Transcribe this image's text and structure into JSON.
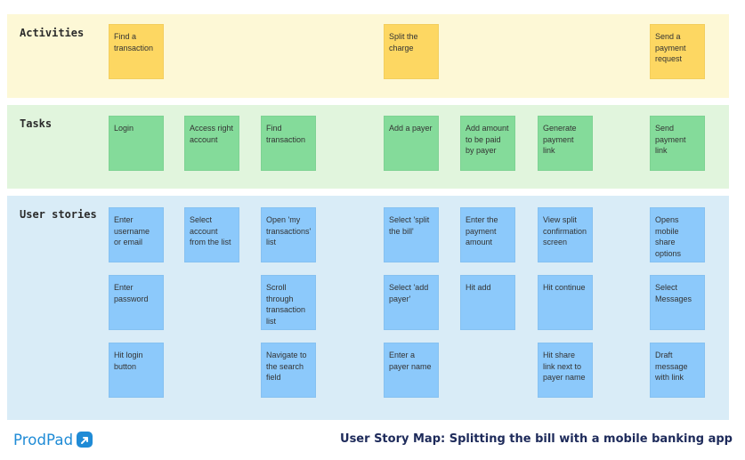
{
  "bands": {
    "activities": {
      "label": "Activities"
    },
    "tasks": {
      "label": "Tasks"
    },
    "stories": {
      "label": "User stories"
    }
  },
  "activities": [
    {
      "text": "Find a transaction"
    },
    {
      "text": "Split the charge"
    },
    {
      "text": "Send a payment request"
    }
  ],
  "tasks": [
    {
      "text": "Login"
    },
    {
      "text": "Access right account"
    },
    {
      "text": "Find transaction"
    },
    {
      "text": "Add a payer"
    },
    {
      "text": "Add amount to be paid by payer"
    },
    {
      "text": "Generate payment link"
    },
    {
      "text": "Send payment link"
    }
  ],
  "stories": [
    {
      "text": "Enter username or email"
    },
    {
      "text": "Enter password"
    },
    {
      "text": "Hit login button"
    },
    {
      "text": "Select account from the list"
    },
    {
      "text": "Open 'my transactions' list"
    },
    {
      "text": "Scroll through transaction list"
    },
    {
      "text": "Navigate to the search field"
    },
    {
      "text": "Select 'split the bill'"
    },
    {
      "text": "Select 'add payer'"
    },
    {
      "text": "Enter a payer name"
    },
    {
      "text": "Enter the payment amount"
    },
    {
      "text": "Hit add"
    },
    {
      "text": "View split confirmation screen"
    },
    {
      "text": "Hit continue"
    },
    {
      "text": "Hit share link next to payer name"
    },
    {
      "text": "Opens mobile share options"
    },
    {
      "text": "Select Messages"
    },
    {
      "text": "Draft message with link"
    }
  ],
  "footer": {
    "brand": "ProdPad",
    "title": "User Story Map: Splitting the bill with a mobile banking app",
    "brand_color": "#1f8bd6"
  }
}
